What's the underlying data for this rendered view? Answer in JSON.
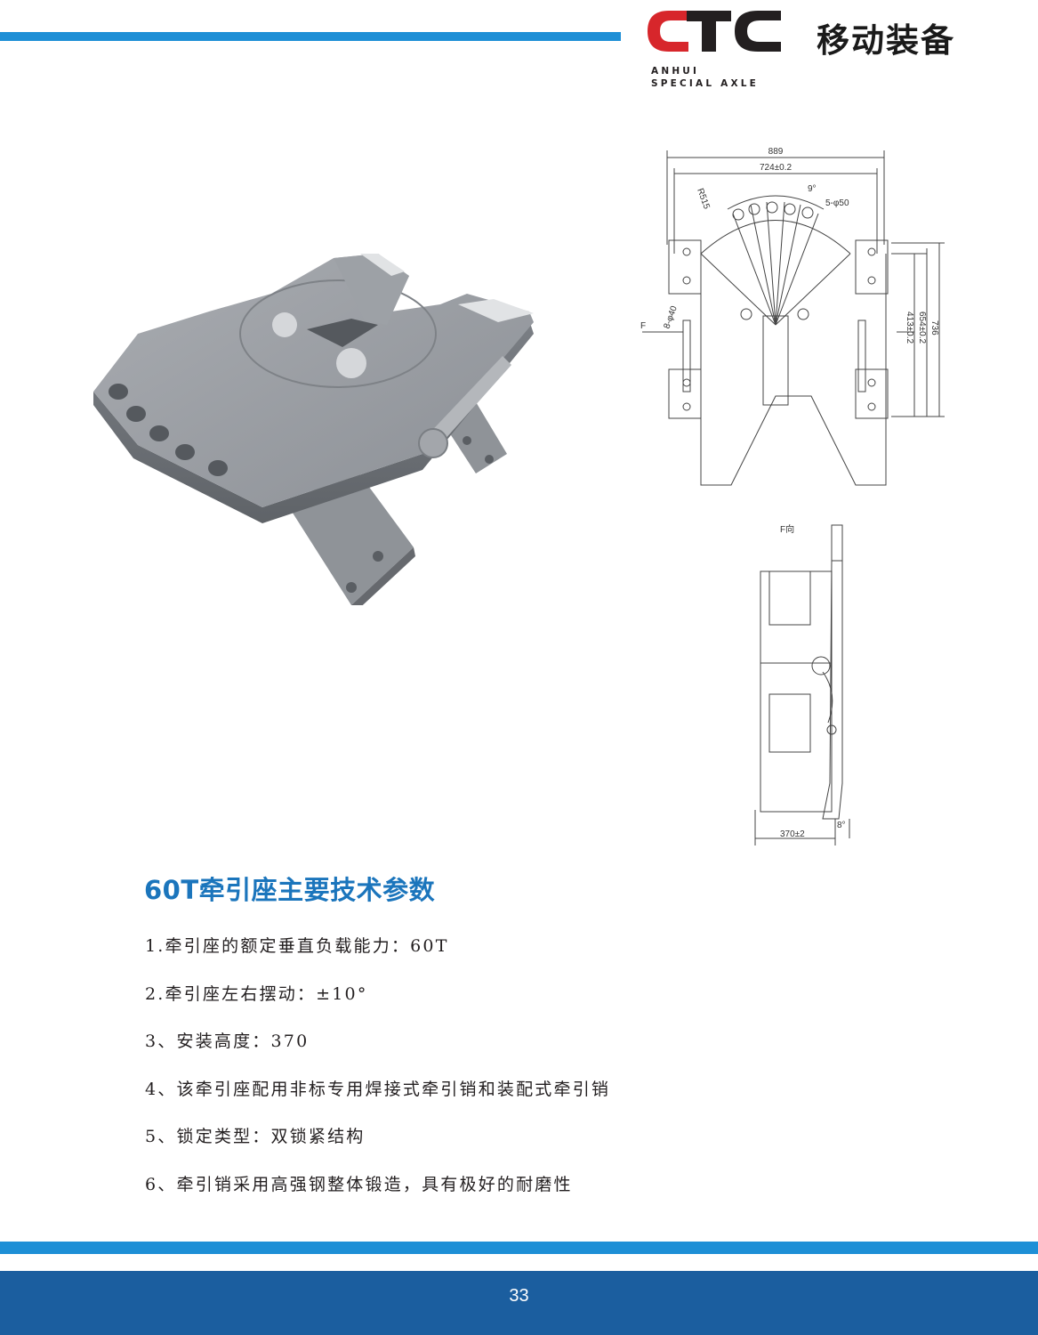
{
  "header": {
    "logo_text": "CTC",
    "logo_sub_line1": "ANHUI",
    "logo_sub_line2": "SPECIAL AXLE",
    "brand_name": "移动装备"
  },
  "drawing_top": {
    "width_overall": "889",
    "width_inner": "724±0.2",
    "radius": "R515",
    "angle": "9°",
    "holes": "5-φ50",
    "bolt_holes": "8-φ40",
    "view_marker": "F",
    "height_inner": "413±0.2",
    "height_mid": "654±0.2",
    "height_overall": "736"
  },
  "drawing_side": {
    "view_label": "F向",
    "install_height": "370±2",
    "tilt_angle": "8°"
  },
  "section_title": "60T牵引座主要技术参数",
  "specs": [
    "1.牵引座的额定垂直负载能力：60T",
    "2.牵引座左右摆动：±10°",
    "3、安装高度：370",
    "4、该牵引座配用非标专用焊接式牵引销和装配式牵引销",
    "5、锁定类型：双锁紧结构",
    "6、牵引销采用高强钢整体锻造，具有极好的耐磨性"
  ],
  "footer": {
    "page_number": "33"
  },
  "colors": {
    "accent_blue": "#1e8fd6",
    "footer_blue": "#1b5e9f",
    "title_blue": "#1b75bc",
    "logo_red": "#d7262b"
  }
}
